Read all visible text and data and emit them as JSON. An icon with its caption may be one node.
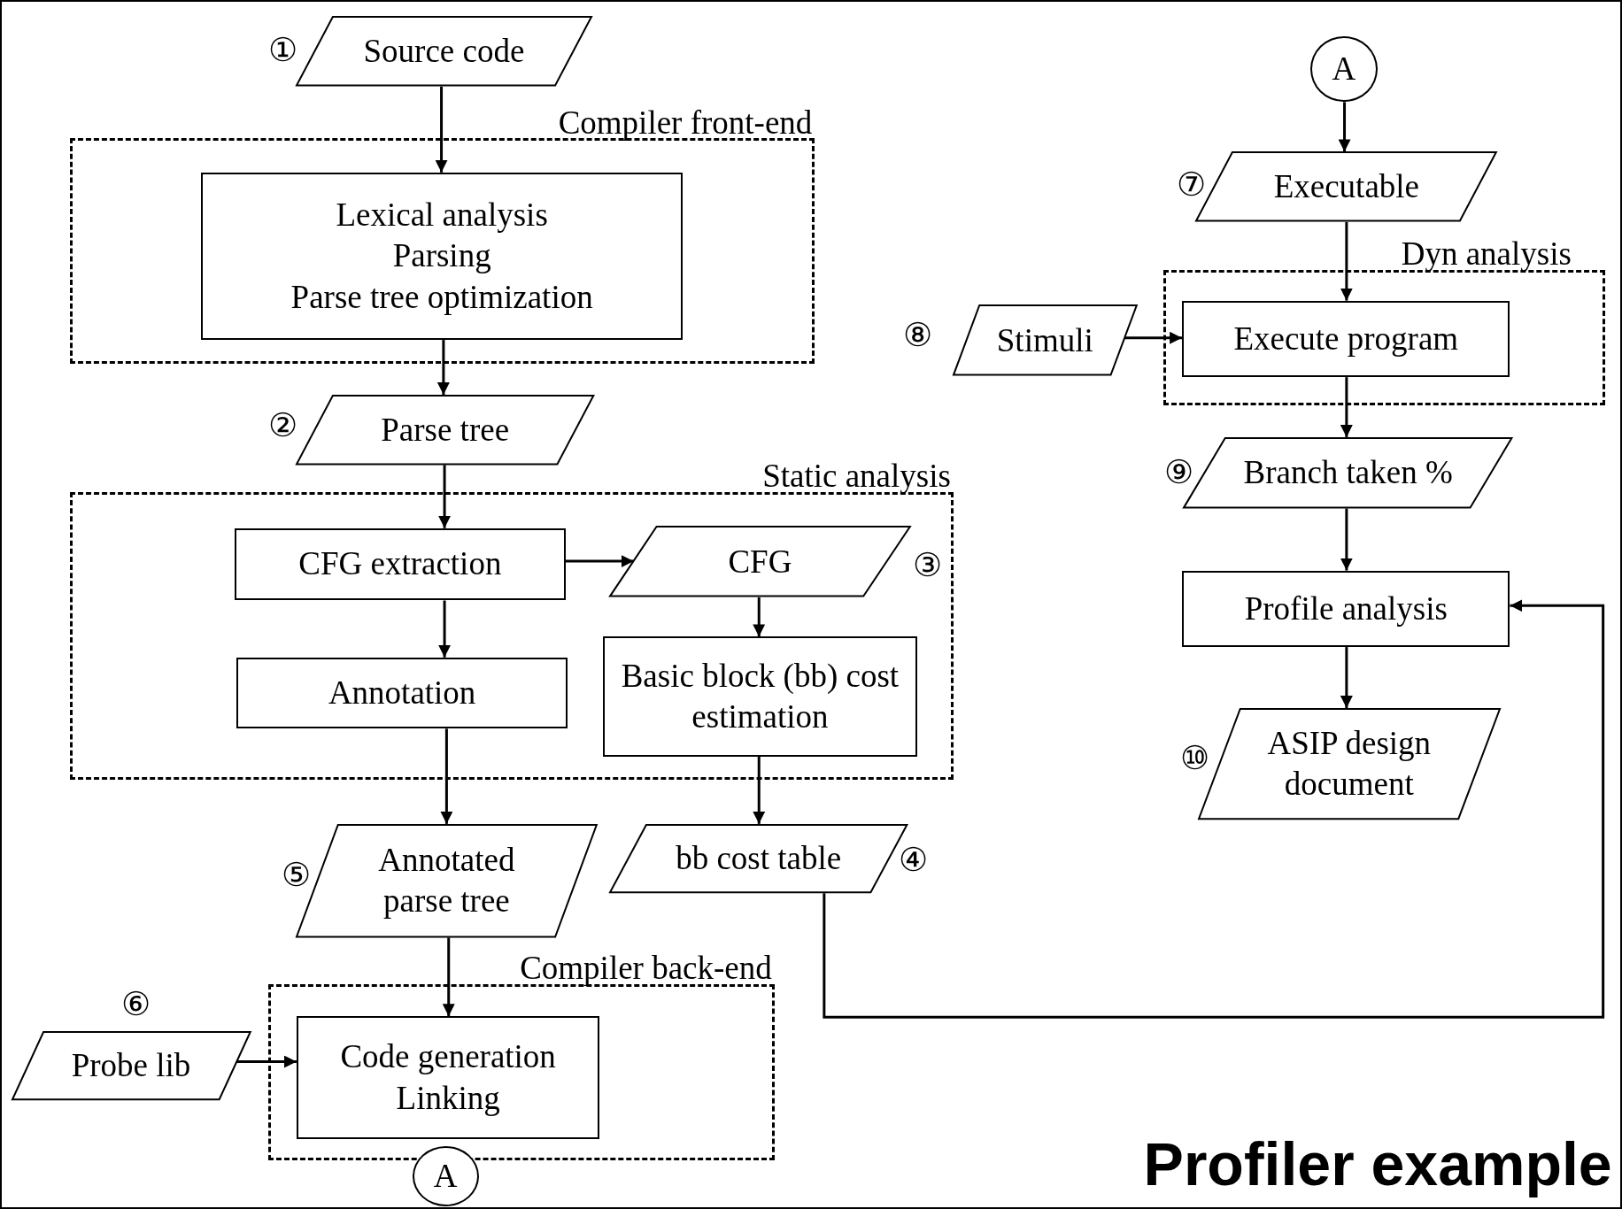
{
  "diagram": {
    "title": "Profiler example",
    "nodes": [
      {
        "text": [
          "Source code"
        ],
        "beside": [
          "①"
        ]
      },
      {
        "text": [
          "Compiler front-end"
        ]
      },
      {
        "text": [
          "Lexical analysis",
          "Parsing",
          "Parse tree optimization"
        ],
        "in": 1
      },
      {
        "text": [
          "Parse tree"
        ],
        "beside": [
          "②"
        ]
      },
      {
        "text": [
          "Static analysis"
        ]
      },
      {
        "text": [
          "CFG extraction"
        ],
        "in": 4
      },
      {
        "text": [
          "CFG"
        ],
        "beside": [
          "③"
        ],
        "in": 4
      },
      {
        "text": [
          "Annotation"
        ],
        "in": 4
      },
      {
        "text": [
          "Basic block (bb) cost estimation"
        ],
        "in": 4
      },
      {
        "text": [
          "Annotated parse tree"
        ],
        "beside": [
          "⑤"
        ]
      },
      {
        "text": [
          "bb cost table"
        ],
        "beside": [
          "④"
        ]
      },
      {
        "text": [
          "Compiler back-end"
        ]
      },
      {
        "text": [
          "Code generation",
          "Linking"
        ],
        "in": 11
      },
      {
        "text": [
          "Probe lib"
        ],
        "beside": [
          "⑥"
        ]
      },
      {
        "text": [
          "A"
        ]
      },
      {
        "text": [
          "A"
        ]
      },
      {
        "text": [
          "Executable"
        ],
        "beside": [
          "⑦"
        ]
      },
      {
        "text": [
          "Dyn analysis"
        ]
      },
      {
        "text": [
          "Execute program"
        ],
        "in": 17
      },
      {
        "text": [
          "Stimuli"
        ],
        "beside": [
          "⑧"
        ]
      },
      {
        "text": [
          "Branch taken %"
        ],
        "beside": [
          "⑨"
        ]
      },
      {
        "text": [
          "Profile analysis"
        ]
      },
      {
        "text": [
          "ASIP design document"
        ],
        "beside": [
          "⑩"
        ]
      }
    ],
    "edges": [
      {
        "from": 0,
        "to": 2,
        "arrow": "to"
      },
      {
        "from": 2,
        "to": 3,
        "arrow": "to"
      },
      {
        "from": 3,
        "to": 5,
        "arrow": "to"
      },
      {
        "from": 5,
        "to": 6,
        "arrow": "to"
      },
      {
        "from": 5,
        "to": 7,
        "arrow": "to"
      },
      {
        "from": 6,
        "to": 8,
        "arrow": "to"
      },
      {
        "from": 7,
        "to": 9,
        "arrow": "to"
      },
      {
        "from": 8,
        "to": 10,
        "arrow": "to"
      },
      {
        "from": 9,
        "to": 12,
        "arrow": "to"
      },
      {
        "from": 13,
        "to": 12,
        "arrow": "to"
      },
      {
        "from": 15,
        "to": 16,
        "arrow": "to"
      },
      {
        "from": 16,
        "to": 18,
        "arrow": "to"
      },
      {
        "from": 19,
        "to": 18,
        "arrow": "to"
      },
      {
        "from": 18,
        "to": 20,
        "arrow": "to"
      },
      {
        "from": 20,
        "to": 21,
        "arrow": "to"
      },
      {
        "from": 10,
        "to": 21,
        "arrow": "to"
      },
      {
        "from": 21,
        "to": 22,
        "arrow": "to"
      }
    ]
  }
}
